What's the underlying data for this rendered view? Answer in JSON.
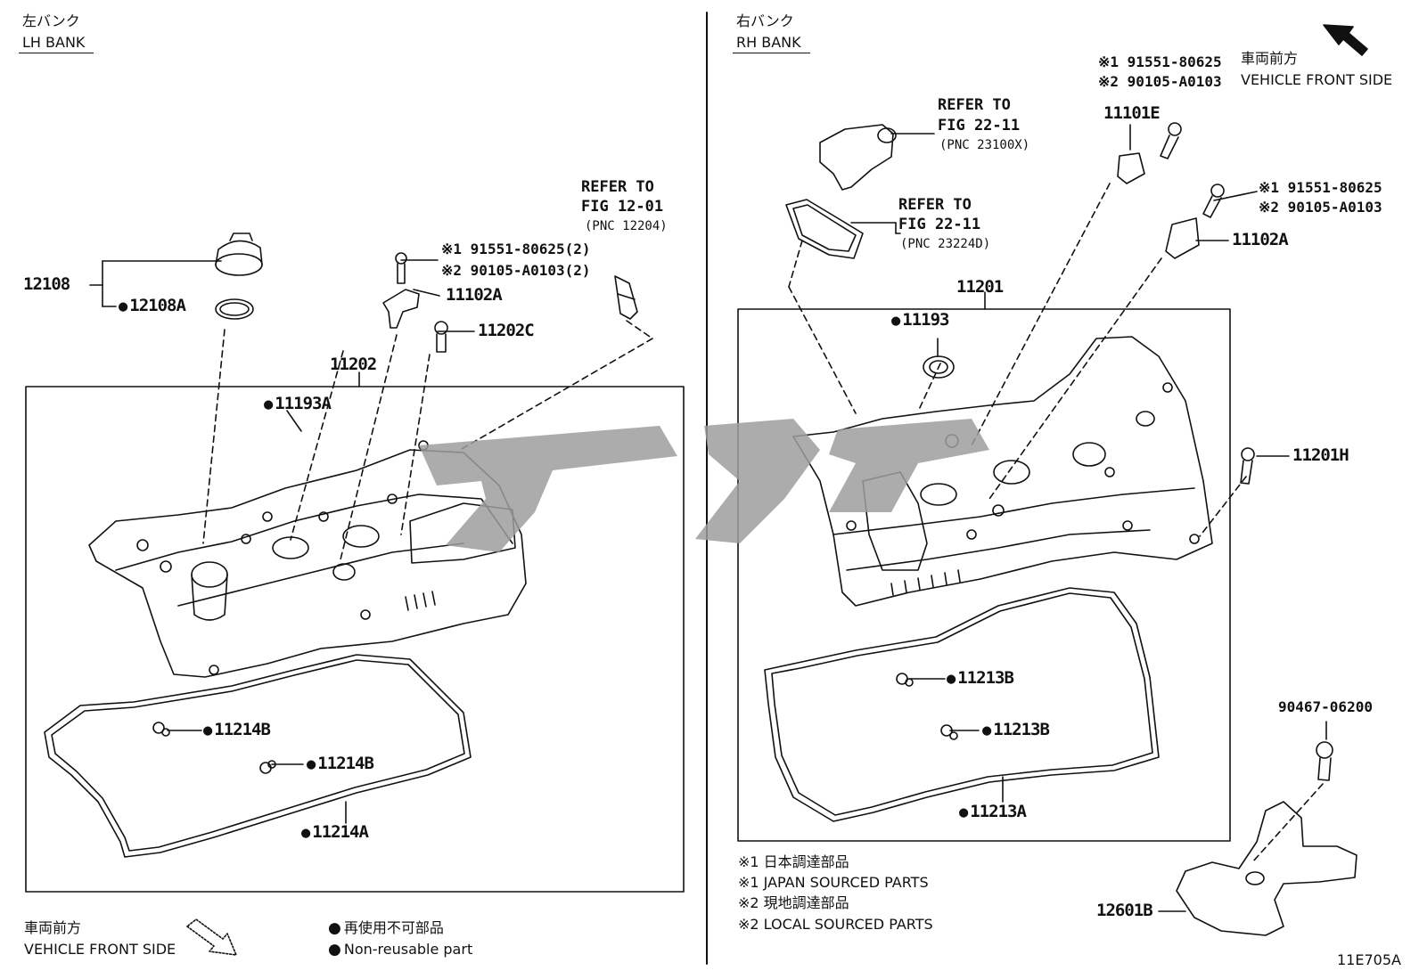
{
  "lh_header": {
    "jp": "左バンク",
    "en": "LH BANK"
  },
  "rh_header": {
    "jp": "右バンク",
    "en": "RH BANK"
  },
  "lh_parts": {
    "p12108": "12108",
    "p12108A": "12108A",
    "p11202": "11202",
    "p11193A": "11193A",
    "p11102A": "11102A",
    "p11202C": "11202C",
    "bolt1": "※1 91551-80625(2)",
    "bolt2": "※2 90105-A0103(2)",
    "ref_l1": "REFER TO",
    "ref_l2": "FIG 12-01",
    "ref_l3": "(PNC 12204)",
    "p11214B_1": "11214B",
    "p11214B_2": "11214B",
    "p11214A": "11214A"
  },
  "rh_parts": {
    "ref1_l1": "REFER TO",
    "ref1_l2": "FIG 22-11",
    "ref1_l3": "(PNC 23100X)",
    "ref2_l1": "REFER TO",
    "ref2_l2": "FIG 22-11",
    "ref2_l3": "(PNC 23224D)",
    "boltA1": "※1 91551-80625",
    "boltA2": "※2 90105-A0103",
    "p11101E": "11101E",
    "boltB1": "※1 91551-80625",
    "boltB2": "※2 90105-A0103",
    "p11102A": "11102A",
    "p11201": "11201",
    "p11193": "11193",
    "p11201H": "11201H",
    "p11213B_1": "11213B",
    "p11213B_2": "11213B",
    "p11213A": "11213A",
    "p90467": "90467-06200",
    "p12601B": "12601B"
  },
  "front_top": {
    "jp": "車両前方",
    "en": "VEHICLE FRONT SIDE"
  },
  "front_bottom": {
    "jp": "車両前方",
    "en": "VEHICLE FRONT SIDE"
  },
  "legend": {
    "non_reusable_jp": "再使用不可部品",
    "non_reusable_en": "Non-reusable part"
  },
  "notes": {
    "n1_jp": "※1 日本調達部品",
    "n1_en": "※1 JAPAN SOURCED PARTS",
    "n2_jp": "※2 現地調達部品",
    "n2_en": "※2 LOCAL SOURCED PARTS"
  },
  "figure_code": "11E705A",
  "colors": {
    "line": "#111111",
    "watermark": "#9e9e9e"
  }
}
